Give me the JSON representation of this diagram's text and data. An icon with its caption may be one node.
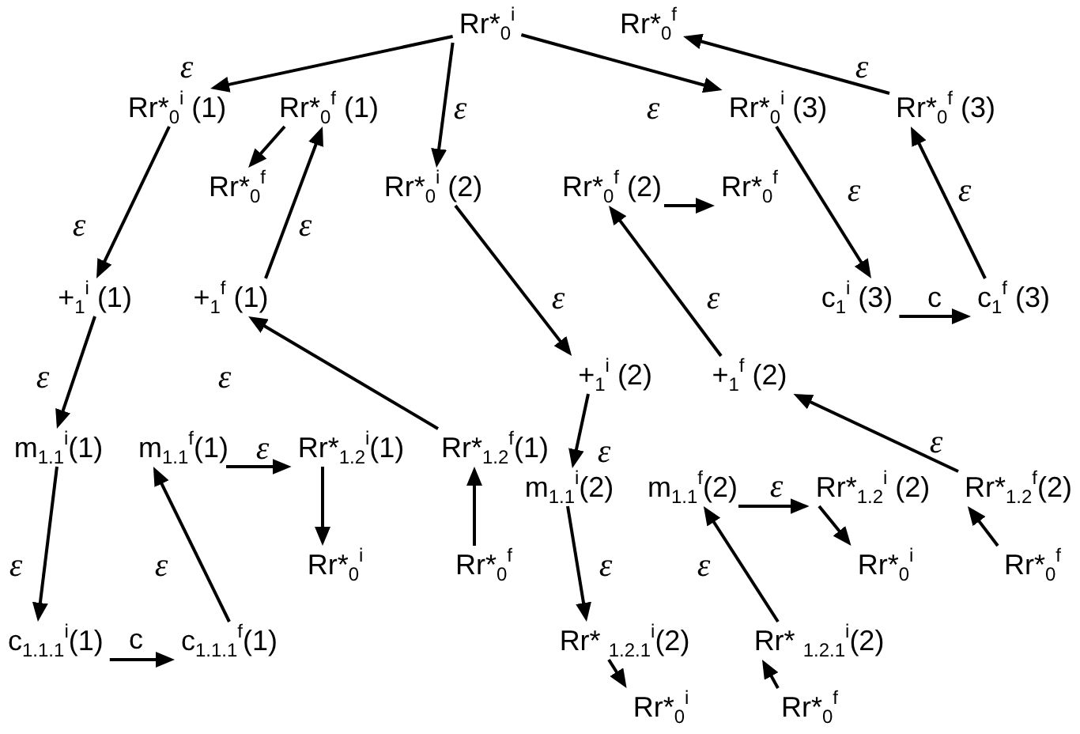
{
  "diagram": {
    "nodes": [
      {
        "text": [
          "Rr*$_{0}$$^{i}$"
        ]
      },
      {
        "text": [
          "Rr*$_{0}$$^{f}$"
        ]
      },
      {
        "text": [
          "Rr*$_{0}$$^{i}$ (1)"
        ]
      },
      {
        "text": [
          "Rr*$_{0}$$^{f}$ (1)"
        ]
      },
      {
        "text": [
          "Rr*$_{0}$$^{i}$ (3)"
        ]
      },
      {
        "text": [
          "Rr*$_{0}$$^{f}$ (3)"
        ]
      },
      {
        "text": [
          "Rr*$_{0}$$^{f}$"
        ]
      },
      {
        "text": [
          "Rr*$_{0}$$^{i}$ (2)"
        ]
      },
      {
        "text": [
          "Rr*$_{0}$$^{f}$ (2)"
        ]
      },
      {
        "text": [
          "Rr*$_{0}$$^{f}$"
        ]
      },
      {
        "text": [
          "+$_{1}$$^{i}$ (1)"
        ]
      },
      {
        "text": [
          "+$_{1}$$^{f}$ (1)"
        ]
      },
      {
        "text": [
          "c$_{1}$$^{i}$ (3)"
        ]
      },
      {
        "text": [
          "c$_{1}$$^{f}$ (3)"
        ]
      },
      {
        "text": [
          "+$_{1}$$^{i}$ (2)"
        ]
      },
      {
        "text": [
          "+$_{1}$$^{f}$ (2)"
        ]
      },
      {
        "text": [
          "m$_{1.1}$$^{i}$(1)"
        ]
      },
      {
        "text": [
          "m$_{1.1}$$^{f}$(1)"
        ]
      },
      {
        "text": [
          "Rr*$_{1.2}$$^{i}$(1)"
        ]
      },
      {
        "text": [
          "Rr*$_{1.2}$$^{f}$(1)"
        ]
      },
      {
        "text": [
          "m$_{1.1}$$^{i}$(2)"
        ]
      },
      {
        "text": [
          "m$_{1.1}$$^{f}$(2)"
        ]
      },
      {
        "text": [
          "Rr*$_{1.2}$$^{i}$ (2)"
        ]
      },
      {
        "text": [
          "Rr*$_{1.2}$$^{f}$(2)"
        ]
      },
      {
        "text": [
          "Rr*$_{0}$$^{i}$"
        ]
      },
      {
        "text": [
          "Rr*$_{0}$$^{f}$"
        ]
      },
      {
        "text": [
          "Rr*$_{0}$$^{i}$"
        ]
      },
      {
        "text": [
          "Rr*$_{0}$$^{f}$"
        ]
      },
      {
        "text": [
          "c$_{1.1.1}$$^{i}$(1)"
        ]
      },
      {
        "text": [
          "c$_{1.1.1}$$^{f}$(1)"
        ]
      },
      {
        "text": [
          "Rr* $_{1.2.1}$$^{i}$(2)"
        ]
      },
      {
        "text": [
          "Rr* $_{1.2.1}$$^{i}$(2)"
        ]
      },
      {
        "text": [
          "Rr*$_{0}$$^{i}$"
        ]
      },
      {
        "text": [
          "Rr*$_{0}$$^{f}$"
        ]
      }
    ],
    "edges": [
      {
        "from": 0,
        "to": 2,
        "arrow": "to",
        "label": "ε"
      },
      {
        "from": 0,
        "to": 7,
        "arrow": "to",
        "label": "ε"
      },
      {
        "from": 0,
        "to": 4,
        "arrow": "to",
        "label": "ε"
      },
      {
        "from": 5,
        "to": 1,
        "arrow": "to",
        "label": "ε"
      },
      {
        "from": 3,
        "to": 6,
        "arrow": "to"
      },
      {
        "from": 2,
        "to": 10,
        "arrow": "to",
        "label": "ε"
      },
      {
        "from": 11,
        "to": 3,
        "arrow": "to",
        "label": "ε"
      },
      {
        "from": 7,
        "to": 14,
        "arrow": "to",
        "label": "ε"
      },
      {
        "from": 15,
        "to": 8,
        "arrow": "to",
        "label": "ε"
      },
      {
        "from": 8,
        "to": 9,
        "arrow": "to"
      },
      {
        "from": 4,
        "to": 12,
        "arrow": "to",
        "label": "ε"
      },
      {
        "from": 13,
        "to": 5,
        "arrow": "to",
        "label": "ε"
      },
      {
        "from": 12,
        "to": 13,
        "arrow": "to",
        "label": "c"
      },
      {
        "from": 10,
        "to": 16,
        "arrow": "to",
        "label": "ε"
      },
      {
        "from": 19,
        "to": 11,
        "arrow": "to",
        "label": "ε"
      },
      {
        "from": 14,
        "to": 20,
        "arrow": "to",
        "label": "ε"
      },
      {
        "from": 23,
        "to": 15,
        "arrow": "to",
        "label": "ε"
      },
      {
        "from": 17,
        "to": 18,
        "arrow": "to",
        "label": "ε"
      },
      {
        "from": 18,
        "to": 24,
        "arrow": "to"
      },
      {
        "from": 25,
        "to": 19,
        "arrow": "to"
      },
      {
        "from": 21,
        "to": 22,
        "arrow": "to",
        "label": "ε"
      },
      {
        "from": 22,
        "to": 26,
        "arrow": "to"
      },
      {
        "from": 27,
        "to": 23,
        "arrow": "to"
      },
      {
        "from": 16,
        "to": 28,
        "arrow": "to",
        "label": "ε"
      },
      {
        "from": 29,
        "to": 17,
        "arrow": "to",
        "label": "ε"
      },
      {
        "from": 28,
        "to": 29,
        "arrow": "to",
        "label": "c"
      },
      {
        "from": 20,
        "to": 30,
        "arrow": "to",
        "label": "ε"
      },
      {
        "from": 31,
        "to": 21,
        "arrow": "to",
        "label": "ε"
      },
      {
        "from": 30,
        "to": 32,
        "arrow": "to"
      },
      {
        "from": 33,
        "to": 31,
        "arrow": "to"
      }
    ]
  }
}
